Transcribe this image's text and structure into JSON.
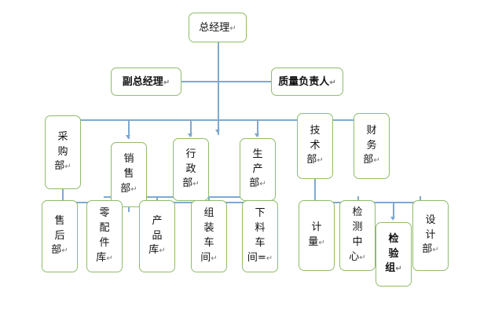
{
  "diagram": {
    "title": "组织结构图",
    "theme": {
      "box_border_color": "#8FBC6B",
      "box_fill_color": "#FFFFFF",
      "connector_color": "#7FA9D0",
      "text_color": "#111111",
      "background_color": "#FFFFFF"
    },
    "pilcrow_glyph": "↵",
    "nodes": [
      {
        "id": "gm",
        "label": "总经理",
        "chars": [
          "总",
          "经",
          "理"
        ],
        "orientation": "horizontal",
        "bold": false,
        "pilcrow": true
      },
      {
        "id": "deputy",
        "label": "副总经理",
        "chars": [
          "副",
          "总",
          "经",
          "理"
        ],
        "orientation": "horizontal",
        "bold": true,
        "pilcrow": true
      },
      {
        "id": "quality",
        "label": "质量负责人",
        "chars": [
          "质",
          "量",
          "负",
          "责",
          "人"
        ],
        "orientation": "horizontal",
        "bold": true,
        "pilcrow": true
      },
      {
        "id": "purchase",
        "label": "采购部",
        "chars": [
          "采",
          "购",
          "部"
        ],
        "orientation": "vertical",
        "bold": false,
        "pilcrow": true
      },
      {
        "id": "sales",
        "label": "销售部",
        "chars": [
          "销",
          "售",
          "部"
        ],
        "orientation": "vertical",
        "bold": false,
        "pilcrow": true
      },
      {
        "id": "admin",
        "label": "行政部",
        "chars": [
          "行",
          "政",
          "部"
        ],
        "orientation": "vertical",
        "bold": false,
        "pilcrow": true
      },
      {
        "id": "production",
        "label": "生产部",
        "chars": [
          "生",
          "产",
          "部"
        ],
        "orientation": "vertical",
        "bold": false,
        "pilcrow": true
      },
      {
        "id": "tech",
        "label": "技术部",
        "chars": [
          "技",
          "术",
          "部"
        ],
        "orientation": "vertical",
        "bold": false,
        "pilcrow": true
      },
      {
        "id": "finance",
        "label": "财务部",
        "chars": [
          "财",
          "务",
          "部"
        ],
        "orientation": "vertical",
        "bold": false,
        "pilcrow": true
      },
      {
        "id": "aftersale",
        "label": "售后部",
        "chars": [
          "售",
          "后",
          "部"
        ],
        "orientation": "vertical",
        "bold": false,
        "pilcrow": true
      },
      {
        "id": "partsware",
        "label": "零配件库",
        "chars": [
          "零",
          "配",
          "件",
          "库"
        ],
        "orientation": "vertical",
        "bold": false,
        "pilcrow": true
      },
      {
        "id": "prodware",
        "label": "产品库",
        "chars": [
          "产",
          "品",
          "库"
        ],
        "orientation": "vertical",
        "bold": false,
        "pilcrow": true
      },
      {
        "id": "assembly",
        "label": "组装车间",
        "chars": [
          "组",
          "装",
          "车",
          "间"
        ],
        "orientation": "vertical",
        "bold": false,
        "pilcrow": true
      },
      {
        "id": "cutting",
        "label": "下料车间=",
        "chars": [
          "下",
          "料",
          "车",
          "间="
        ],
        "orientation": "vertical",
        "bold": false,
        "pilcrow": true
      },
      {
        "id": "metrology",
        "label": "计量",
        "chars": [
          "计",
          "量"
        ],
        "orientation": "vertical",
        "bold": false,
        "pilcrow": true
      },
      {
        "id": "testctr",
        "label": "检测中心",
        "chars": [
          "检",
          "测",
          "中",
          "心"
        ],
        "orientation": "vertical",
        "bold": false,
        "pilcrow": true
      },
      {
        "id": "inspgroup",
        "label": "检验组",
        "chars": [
          "检",
          "验",
          "组"
        ],
        "orientation": "vertical",
        "bold": true,
        "pilcrow": true
      },
      {
        "id": "design",
        "label": "设计部",
        "chars": [
          "设",
          "计",
          "部"
        ],
        "orientation": "vertical",
        "bold": false,
        "pilcrow": true
      }
    ]
  }
}
